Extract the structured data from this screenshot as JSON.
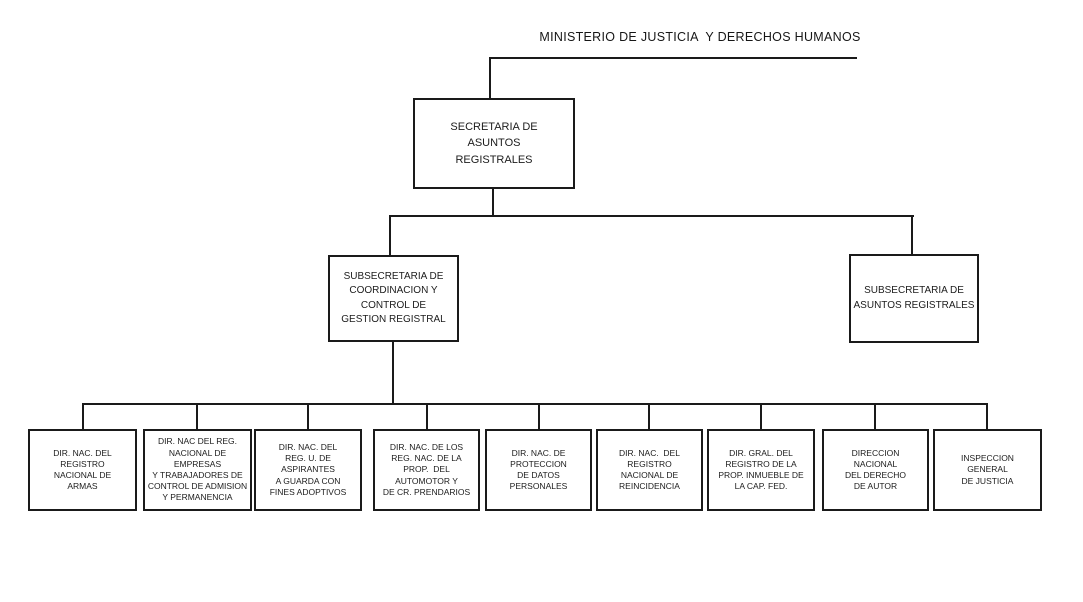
{
  "diagram": {
    "title": "MINISTERIO DE JUSTICIA  Y DERECHOS HUMANOS",
    "root": {
      "label": "SECRETARIA DE\nASUNTOS\nREGISTRALES"
    },
    "level2": [
      {
        "label": "SUBSECRETARIA DE\nCOORDINACION Y\nCONTROL DE\nGESTION REGISTRAL"
      },
      {
        "label": "SUBSECRETARIA DE\nASUNTOS REGISTRALES"
      }
    ],
    "level3": [
      {
        "label": "DIR. NAC. DEL\nREGISTRO\nNACIONAL DE\nARMAS"
      },
      {
        "label": "DIR. NAC DEL REG.\nNACIONAL DE EMPRESAS\nY TRABAJADORES DE\nCONTROL DE ADMISION\nY PERMANENCIA"
      },
      {
        "label": "DIR. NAC. DEL\nREG. U. DE\nASPIRANTES\nA GUARDA CON\nFINES ADOPTIVOS"
      },
      {
        "label": "DIR. NAC. DE LOS\nREG. NAC. DE LA\nPROP.  DEL\nAUTOMOTOR Y\nDE CR. PRENDARIOS"
      },
      {
        "label": "DIR. NAC. DE\nPROTECCION\nDE DATOS\nPERSONALES"
      },
      {
        "label": "DIR. NAC.  DEL\nREGISTRO\nNACIONAL DE\nREINCIDENCIA"
      },
      {
        "label": "DIR. GRAL. DEL\nREGISTRO DE LA\nPROP. INMUEBLE DE\nLA CAP. FED."
      },
      {
        "label": "DIRECCION\nNACIONAL\nDEL DERECHO\nDE AUTOR"
      },
      {
        "label": "INSPECCION\nGENERAL\nDE JUSTICIA"
      }
    ],
    "colors": {
      "line": "#1a1a1a",
      "box_border": "#1a1a1a",
      "text": "#1c1c1c",
      "background": "#ffffff"
    }
  }
}
